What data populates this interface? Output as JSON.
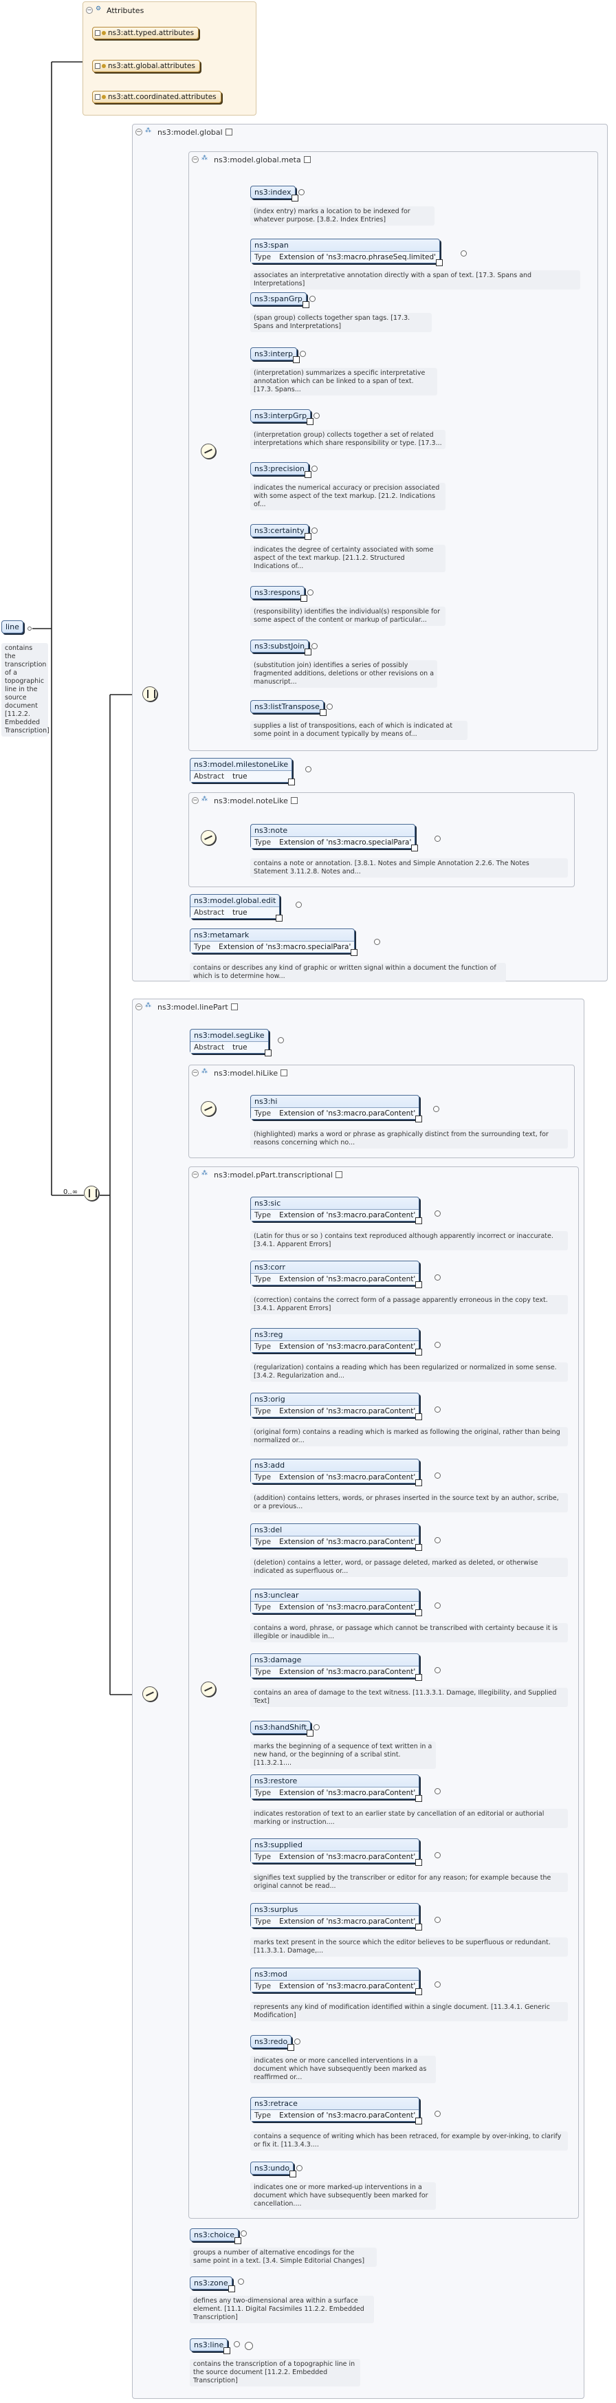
{
  "attributes_panel": {
    "title": "Attributes",
    "items": [
      "ns3:att.typed.attributes",
      "ns3:att.global.attributes",
      "ns3:att.coordinated.attributes"
    ]
  },
  "root": {
    "name": "line",
    "desc": "contains the transcription of a topographic line in the source document [11.2.2. Embedded Transcription]",
    "cardinality": "0..∞"
  },
  "labels": {
    "type_key": "Type",
    "abstract_key": "Abstract",
    "abstract_val": "true"
  },
  "model_global": {
    "title": "ns3:model.global",
    "meta": {
      "title": "ns3:model.global.meta",
      "items": [
        {
          "name": "ns3:index",
          "desc": "(index entry) marks a location to be indexed for whatever purpose. [3.8.2. Index Entries]"
        },
        {
          "name": "ns3:span",
          "type": "Extension of 'ns3:macro.phraseSeq.limited'",
          "desc": "associates an interpretative annotation directly with a span of text. [17.3. Spans and Interpretations]"
        },
        {
          "name": "ns3:spanGrp",
          "desc": "(span group) collects together span tags. [17.3. Spans and Interpretations]"
        },
        {
          "name": "ns3:interp",
          "desc": "(interpretation) summarizes a specific interpretative annotation which can be linked to a span of text. [17.3. Spans..."
        },
        {
          "name": "ns3:interpGrp",
          "desc": "(interpretation group) collects together a set of related interpretations which share responsibility or type. [17.3..."
        },
        {
          "name": "ns3:precision",
          "desc": "indicates the numerical accuracy or precision associated with some aspect of the text markup. [21.2. Indications of..."
        },
        {
          "name": "ns3:certainty",
          "desc": "indicates the degree of certainty associated with some aspect of the text markup. [21.1.2. Structured Indications of..."
        },
        {
          "name": "ns3:respons",
          "desc": "(responsibility) identifies the individual(s) responsible for some aspect of the content or markup of particular..."
        },
        {
          "name": "ns3:substJoin",
          "desc": "(substitution join) identifies a series of possibly fragmented additions, deletions or other revisions on a manuscript..."
        },
        {
          "name": "ns3:listTranspose",
          "desc": "supplies a list of transpositions, each of which is indicated at some point in a document typically by means of..."
        }
      ]
    },
    "milestoneLike": {
      "name": "ns3:model.milestoneLike"
    },
    "noteLike": {
      "title": "ns3:model.noteLike",
      "note": {
        "name": "ns3:note",
        "type": "Extension of 'ns3:macro.specialPara'",
        "desc": "contains a note or annotation. [3.8.1. Notes and Simple Annotation 2.2.6. The Notes Statement 3.11.2.8. Notes and..."
      }
    },
    "global_edit": {
      "name": "ns3:model.global.edit"
    },
    "metamark": {
      "name": "ns3:metamark",
      "type": "Extension of 'ns3:macro.specialPara'",
      "desc": "contains or describes any kind of graphic or written signal within a document the function of which is to determine how..."
    }
  },
  "model_linePart": {
    "title": "ns3:model.linePart",
    "segLike": {
      "name": "ns3:model.segLike"
    },
    "hiLike": {
      "title": "ns3:model.hiLike",
      "hi": {
        "name": "ns3:hi",
        "type": "Extension of 'ns3:macro.paraContent'",
        "desc": "(highlighted) marks a word or phrase as graphically distinct from the surrounding text, for reasons concerning which no..."
      }
    },
    "transcriptional": {
      "title": "ns3:model.pPart.transcriptional",
      "items": [
        {
          "name": "ns3:sic",
          "type": "Extension of 'ns3:macro.paraContent'",
          "desc": "(Latin for thus or so ) contains text reproduced although apparently incorrect or inaccurate. [3.4.1. Apparent Errors]"
        },
        {
          "name": "ns3:corr",
          "type": "Extension of 'ns3:macro.paraContent'",
          "desc": "(correction) contains the correct form of a passage apparently erroneous in the copy text. [3.4.1. Apparent Errors]"
        },
        {
          "name": "ns3:reg",
          "type": "Extension of 'ns3:macro.paraContent'",
          "desc": "(regularization) contains a reading which has been regularized or normalized in some sense. [3.4.2. Regularization and..."
        },
        {
          "name": "ns3:orig",
          "type": "Extension of 'ns3:macro.paraContent'",
          "desc": "(original form) contains a reading which is marked as following the original, rather than being normalized or..."
        },
        {
          "name": "ns3:add",
          "type": "Extension of 'ns3:macro.paraContent'",
          "desc": "(addition) contains letters, words, or phrases inserted in the source text by an author, scribe, or a previous..."
        },
        {
          "name": "ns3:del",
          "type": "Extension of 'ns3:macro.paraContent'",
          "desc": "(deletion) contains a letter, word, or passage deleted, marked as deleted, or otherwise indicated as superfluous or..."
        },
        {
          "name": "ns3:unclear",
          "type": "Extension of 'ns3:macro.paraContent'",
          "desc": "contains a word, phrase, or passage which cannot be transcribed with certainty because it is illegible or inaudible in..."
        },
        {
          "name": "ns3:damage",
          "type": "Extension of 'ns3:macro.paraContent'",
          "desc": "contains an area of damage to the text witness. [11.3.3.1. Damage, Illegibility, and Supplied Text]"
        },
        {
          "name": "ns3:handShift",
          "desc": "marks the beginning of a sequence of text written in a new hand, or the beginning of a scribal stint. [11.3.2.1...."
        },
        {
          "name": "ns3:restore",
          "type": "Extension of 'ns3:macro.paraContent'",
          "desc": "indicates restoration of text to an earlier state by cancellation of an editorial or authorial marking or instruction...."
        },
        {
          "name": "ns3:supplied",
          "type": "Extension of 'ns3:macro.paraContent'",
          "desc": "signifies text supplied by the transcriber or editor for any reason; for example because the original cannot be read..."
        },
        {
          "name": "ns3:surplus",
          "type": "Extension of 'ns3:macro.paraContent'",
          "desc": "marks text present in the source which the editor believes to be superfluous or redundant. [11.3.3.1. Damage,..."
        },
        {
          "name": "ns3:mod",
          "type": "Extension of 'ns3:macro.paraContent'",
          "desc": "represents any kind of modification identified within a single document. [11.3.4.1. Generic Modification]"
        },
        {
          "name": "ns3:redo",
          "desc": "indicates one or more cancelled interventions in a document which have subsequently been marked as reaffirmed or..."
        },
        {
          "name": "ns3:retrace",
          "type": "Extension of 'ns3:macro.paraContent'",
          "desc": "contains a sequence of writing which has been retraced, for example by over-inking, to clarify or fix it. [11.3.4.3...."
        },
        {
          "name": "ns3:undo",
          "desc": "indicates one or more marked-up interventions in a document which have subsequently been marked for cancellation...."
        }
      ]
    },
    "choice": {
      "name": "ns3:choice",
      "desc": "groups a number of alternative encodings for the same point in a text. [3.4. Simple Editorial Changes]"
    },
    "zone": {
      "name": "ns3:zone",
      "desc": "defines any two-dimensional area within a surface element. [11.1. Digital Facsimiles 11.2.2. Embedded Transcription]"
    },
    "line": {
      "name": "ns3:line",
      "desc": "contains the transcription of a topographic line in the source document [11.2.2. Embedded Transcription]"
    }
  }
}
